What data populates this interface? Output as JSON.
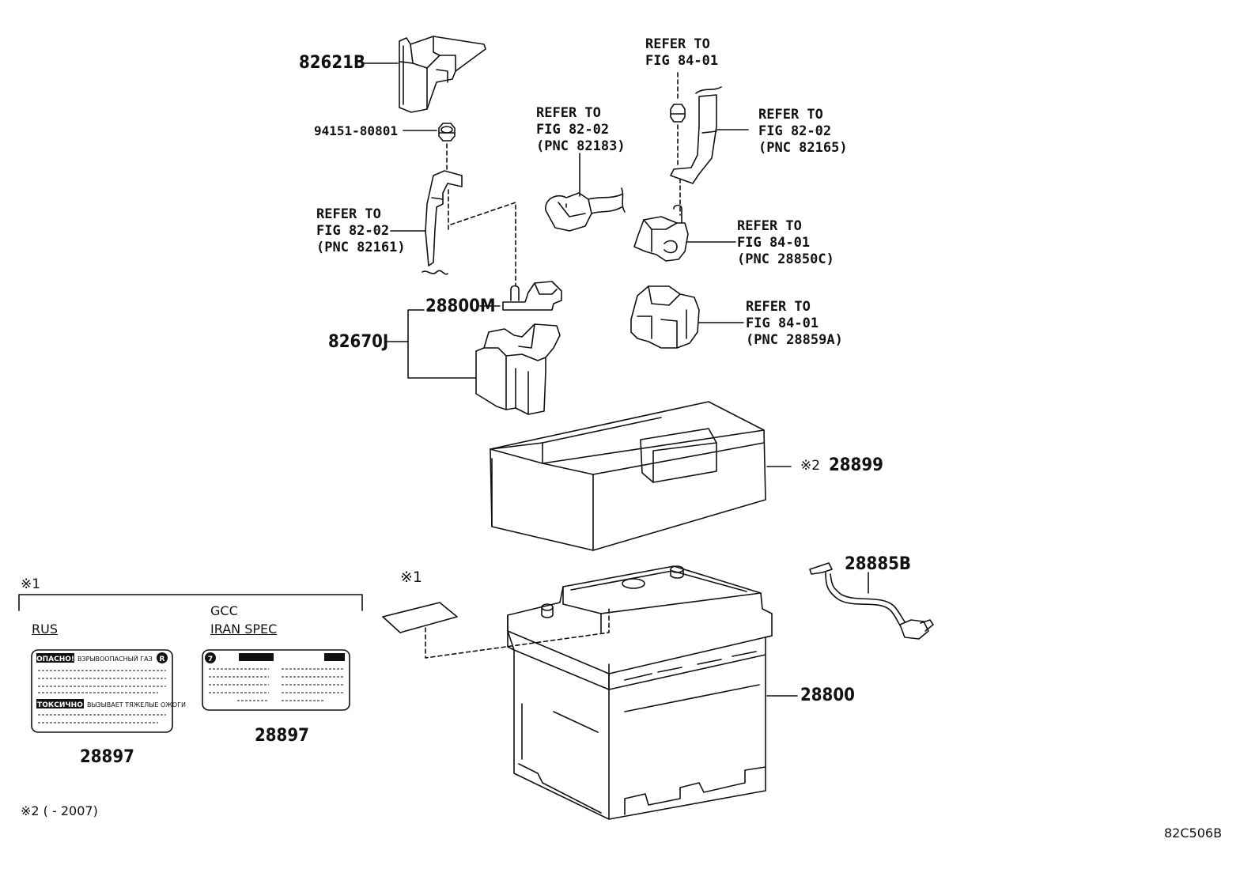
{
  "parts": {
    "p82621B": "82621B",
    "p94151": "94151-80801",
    "p28800M": "28800M",
    "p82670J": "82670J",
    "p28899": "28899",
    "p28885B": "28885B",
    "p28800": "28800",
    "p28897_rus": "28897",
    "p28897_gcc": "28897"
  },
  "refs": {
    "r82161": [
      "REFER TO",
      "FIG 82-02",
      "(PNC 82161)"
    ],
    "r82183": [
      "REFER TO",
      "FIG 82-02",
      "(PNC 82183)"
    ],
    "r8401_top": [
      "REFER TO",
      "FIG 84-01"
    ],
    "r82165": [
      "REFER TO",
      "FIG 82-02",
      "(PNC 82165)"
    ],
    "r28850C": [
      "REFER TO",
      "FIG 84-01",
      "(PNC 28850C)"
    ],
    "r28859A": [
      "REFER TO",
      "FIG 84-01",
      "(PNC 28859A)"
    ]
  },
  "notes": {
    "mark1": "※1",
    "mark2": "※2",
    "mark1_label": "※1",
    "gcc": "GCC",
    "rus": "RUS",
    "iran": "IRAN SPEC",
    "footnote": "※2 (    - 2007)",
    "code": "82C506B"
  },
  "label_rus": {
    "warn1": "ОПАСНО!",
    "warn1_text": "ВЗРЫВООПАСНЫЙ ГАЗ",
    "warn2": "ТОКСИЧНО",
    "warn2_text": "ВЫЗЫВАЕТ ТЯЖЕЛЫЕ ОЖОГИ",
    "badge": "R"
  },
  "label_gcc": {
    "badge": "7"
  }
}
